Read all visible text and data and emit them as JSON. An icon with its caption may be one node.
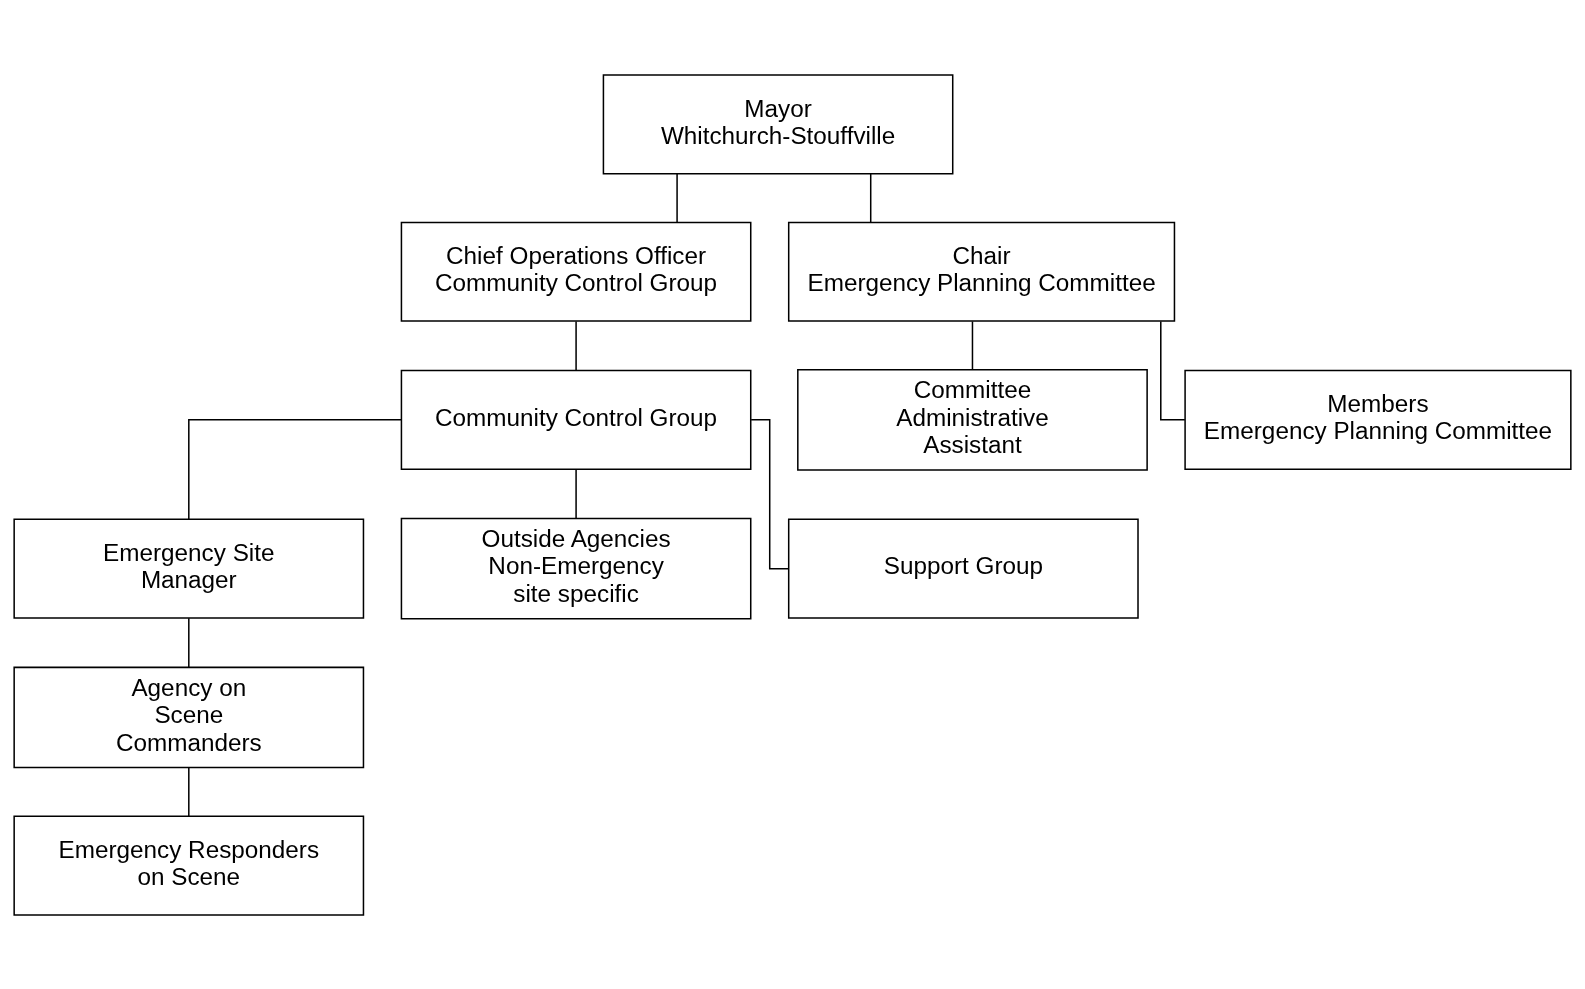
{
  "diagram": {
    "nodes": [
      {
        "text": [
          "Mayor",
          "Whitchurch-Stouffville"
        ]
      },
      {
        "text": [
          "Chief Operations Officer",
          "Community Control Group"
        ]
      },
      {
        "text": [
          "Chair",
          "Emergency Planning Committee"
        ]
      },
      {
        "text": [
          "Community Control Group"
        ]
      },
      {
        "text": [
          "Committee Administrative Assistant"
        ]
      },
      {
        "text": [
          "Emergency Site Manager"
        ]
      },
      {
        "text": [
          "Outside Agencies Non-Emergency site specific"
        ]
      },
      {
        "text": [
          "Support Group"
        ]
      },
      {
        "text": [
          "Members",
          "Emergency Planning Committee"
        ]
      },
      {
        "text": [
          "Agency on Scene Commanders"
        ]
      },
      {
        "text": [
          "Emergency Responders on Scene"
        ]
      }
    ],
    "edges": [
      {
        "from": 0,
        "to": 1,
        "arrow": "none"
      },
      {
        "from": 0,
        "to": 2,
        "arrow": "none"
      },
      {
        "from": 1,
        "to": 3,
        "arrow": "none"
      },
      {
        "from": 2,
        "to": 4,
        "arrow": "none"
      },
      {
        "from": 2,
        "to": 8,
        "arrow": "none"
      },
      {
        "from": 3,
        "to": 5,
        "arrow": "none"
      },
      {
        "from": 3,
        "to": 6,
        "arrow": "none"
      },
      {
        "from": 3,
        "to": 7,
        "arrow": "none"
      },
      {
        "from": 5,
        "to": 9,
        "arrow": "none"
      },
      {
        "from": 9,
        "to": 10,
        "arrow": "none"
      }
    ]
  }
}
